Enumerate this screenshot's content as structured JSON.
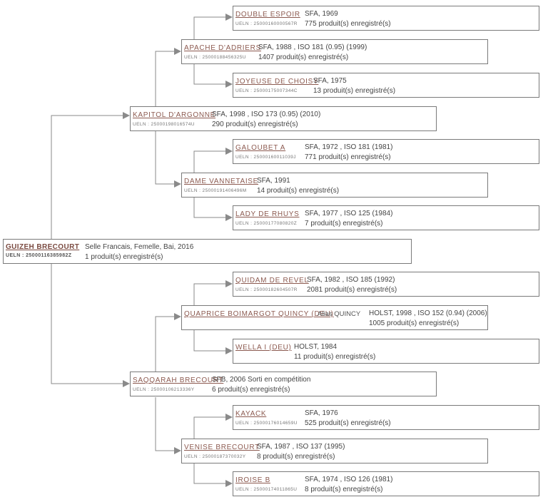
{
  "horses": {
    "root": {
      "name": "GUIZEH BRECOURT",
      "ueln": "UELN : 25000116385982Z",
      "info": "Selle Francais, Femelle, Bai, 2016",
      "produits": "1 produit(s) enregistré(s)"
    },
    "sire": {
      "name": "KAPITOL D'ARGONNE",
      "ueln": "UELN : 25000198016574U",
      "info": "SFA, 1998 , ISO 173 (0.95) (2010)",
      "produits": "290 produit(s) enregistré(s)"
    },
    "dam": {
      "name": "SAQQARAH BRECOURT",
      "ueln": "UELN : 25000106213336Y",
      "info": "SFB, 2006 Sorti en compétition",
      "produits": "6 produit(s) enregistré(s)"
    },
    "ss": {
      "name": "APACHE D'ADRIERS",
      "ueln": "UELN : 25000188456325U",
      "info": "SFA, 1988 , ISO 181 (0.95) (1999)",
      "produits": "1407 produit(s) enregistré(s)"
    },
    "sd": {
      "name": "DAME VANNETAISE",
      "ueln": "UELN : 25000191406496M",
      "info": "SFA, 1991",
      "produits": "14 produit(s) enregistré(s)"
    },
    "ds": {
      "name": "QUAPRICE BOIMARGOT QUINCY (DEU)",
      "alias": "Alias QUINCY",
      "ueln": "",
      "info": "HOLST, 1998 , ISO 152 (0.94) (2006)",
      "produits": "1005 produit(s) enregistré(s)"
    },
    "dd": {
      "name": "VENISE BRECOURT",
      "ueln": "UELN : 25000187370032Y",
      "info": "SFA, 1987 , ISO 137 (1995)",
      "produits": "8 produit(s) enregistré(s)"
    },
    "sss": {
      "name": "DOUBLE ESPOIR",
      "ueln": "UELN : 25000160000567R",
      "info": "SFA, 1969",
      "produits": "775 produit(s) enregistré(s)"
    },
    "ssd": {
      "name": "JOYEUSE DE CHOISY",
      "ueln": "UELN : 25000175007344C",
      "info": "SFA, 1975",
      "produits": "13 produit(s) enregistré(s)"
    },
    "sds": {
      "name": "GALOUBET A",
      "ueln": "UELN : 25000160011039J",
      "info": "SFA, 1972 , ISO 181 (1981)",
      "produits": "771 produit(s) enregistré(s)"
    },
    "sdd": {
      "name": "LADY DE RHUYS",
      "ueln": "UELN : 25000177080820Z",
      "info": "SFA, 1977 , ISO 125 (1984)",
      "produits": "7 produit(s) enregistré(s)"
    },
    "dss": {
      "name": "QUIDAM DE REVEL",
      "ueln": "UELN : 25000182604507R",
      "info": "SFA, 1982 , ISO 185 (1992)",
      "produits": "2081 produit(s) enregistré(s)"
    },
    "dsd": {
      "name": "WELLA I (DEU)",
      "ueln": "",
      "info": "HOLST, 1984",
      "produits": "11 produit(s) enregistré(s)"
    },
    "dds": {
      "name": "KAYACK",
      "ueln": "UELN : 25000176014659U",
      "info": "SFA, 1976",
      "produits": "525 produit(s) enregistré(s)"
    },
    "ddd": {
      "name": "IROISE B",
      "ueln": "UELN : 25000174011865U",
      "info": "SFA, 1974 , ISO 126 (1981)",
      "produits": "8 produit(s) enregistré(s)"
    }
  }
}
